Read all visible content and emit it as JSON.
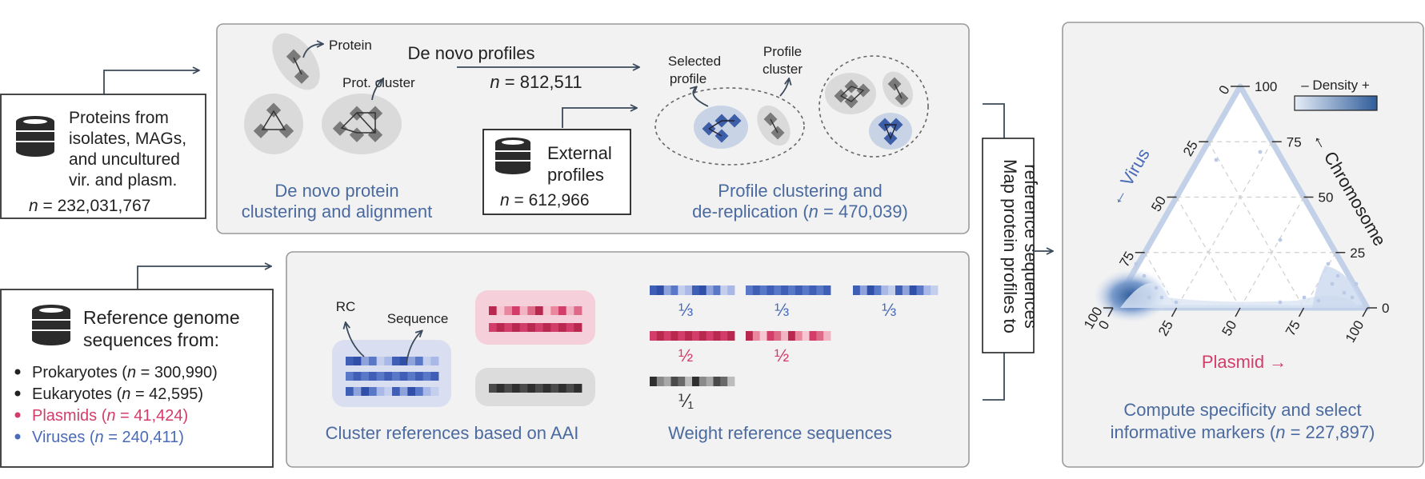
{
  "input_proteins": {
    "line1": "Proteins from",
    "line2": "isolates, MAGs,",
    "line3": "and uncultured",
    "line4": "vir. and plasm.",
    "n_label": "n",
    "n_value": " = 232,031,767"
  },
  "reference_genomes": {
    "line1": "Reference genome",
    "line2": "sequences from:",
    "items": [
      {
        "name": "Prokaryotes (",
        "n": "n",
        "value": " = 300,990)",
        "color": "#222222"
      },
      {
        "name": "Eukaryotes (",
        "n": "n",
        "value": " = 42,595)",
        "color": "#222222"
      },
      {
        "name": "Plasmids (",
        "n": "n",
        "value": " = 41,424)",
        "color": "#d23d6a"
      },
      {
        "name": "Viruses (",
        "n": "n",
        "value": " = 240,411)",
        "color": "#4a6bb8"
      }
    ]
  },
  "panel_top": {
    "protein_label": "Protein",
    "prot_cluster_label": "Prot. cluster",
    "denovo_profiles_label": "De novo profiles",
    "denovo_profiles_n": "n",
    "denovo_profiles_value": " = 812,511",
    "external_line1": "External",
    "external_line2": "profiles",
    "external_n": "n",
    "external_value": " = 612,966",
    "selected_profile_line1": "Selected",
    "selected_profile_line2": "profile",
    "profile_cluster_line1": "Profile",
    "profile_cluster_line2": "cluster",
    "caption_left_line1": "De novo protein",
    "caption_left_line2": "clustering and alignment",
    "caption_right_line1": "Profile clustering and",
    "caption_right_line2_pre": "de-replication (",
    "caption_right_n": "n",
    "caption_right_value": " = 470,039)"
  },
  "panel_bottom": {
    "rc_label": "RC",
    "sequence_label": "Sequence",
    "caption_left": "Cluster references based on AAI",
    "caption_right": "Weight reference sequences",
    "weights": [
      "⅓",
      "⅓",
      "⅓",
      "½",
      "½",
      "⅟₁"
    ]
  },
  "map_step": {
    "line1": "Map protein profiles to",
    "line2": "reference sequences"
  },
  "ternary": {
    "legend_label": "– Density +",
    "virus_label": "← Virus",
    "chromosome_label": "← Chromosome",
    "plasmid_label": "Plasmid →",
    "ticks": [
      "0",
      "25",
      "50",
      "75",
      "100"
    ],
    "caption_line1": "Compute specificity and select",
    "caption_line2_pre": "informative markers (",
    "caption_n": "n",
    "caption_value": " = 227,897)"
  },
  "colors": {
    "blue": "#4a6bb8",
    "pink": "#d23d6a",
    "gray": "#555555"
  }
}
